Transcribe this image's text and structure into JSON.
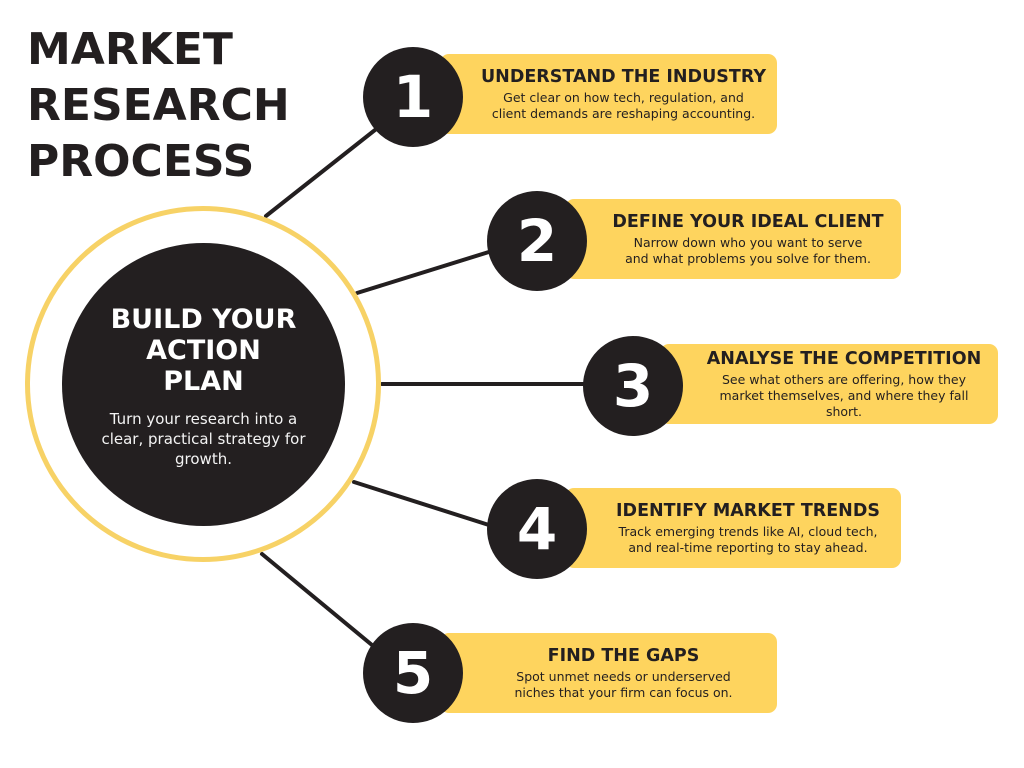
{
  "title": {
    "lines": [
      "MARKET",
      "RESEARCH",
      "PROCESS"
    ]
  },
  "hub": {
    "title": "BUILD YOUR\nACTION\nPLAN",
    "description": "Turn your research into a clear, practical strategy for growth."
  },
  "steps": [
    {
      "number": "1",
      "title": "UNDERSTAND THE INDUSTRY",
      "description": "Get clear on how tech, regulation, and\nclient demands are reshaping accounting."
    },
    {
      "number": "2",
      "title": "DEFINE YOUR IDEAL CLIENT",
      "description": "Narrow down who you want to serve\nand what problems you solve for them."
    },
    {
      "number": "3",
      "title": "ANALYSE THE COMPETITION",
      "description": "See what others are offering, how they\nmarket themselves, and where they fall short."
    },
    {
      "number": "4",
      "title": "IDENTIFY MARKET TRENDS",
      "description": "Track emerging trends like AI, cloud tech,\nand real-time reporting to stay ahead."
    },
    {
      "number": "5",
      "title": "FIND THE GAPS",
      "description": "Spot unmet needs or underserved\nniches that your firm can focus on."
    }
  ],
  "colors": {
    "dark": "#231f20",
    "accent_yellow": "#fed45e",
    "ring_yellow": "#f7d266",
    "background": "#ffffff"
  }
}
